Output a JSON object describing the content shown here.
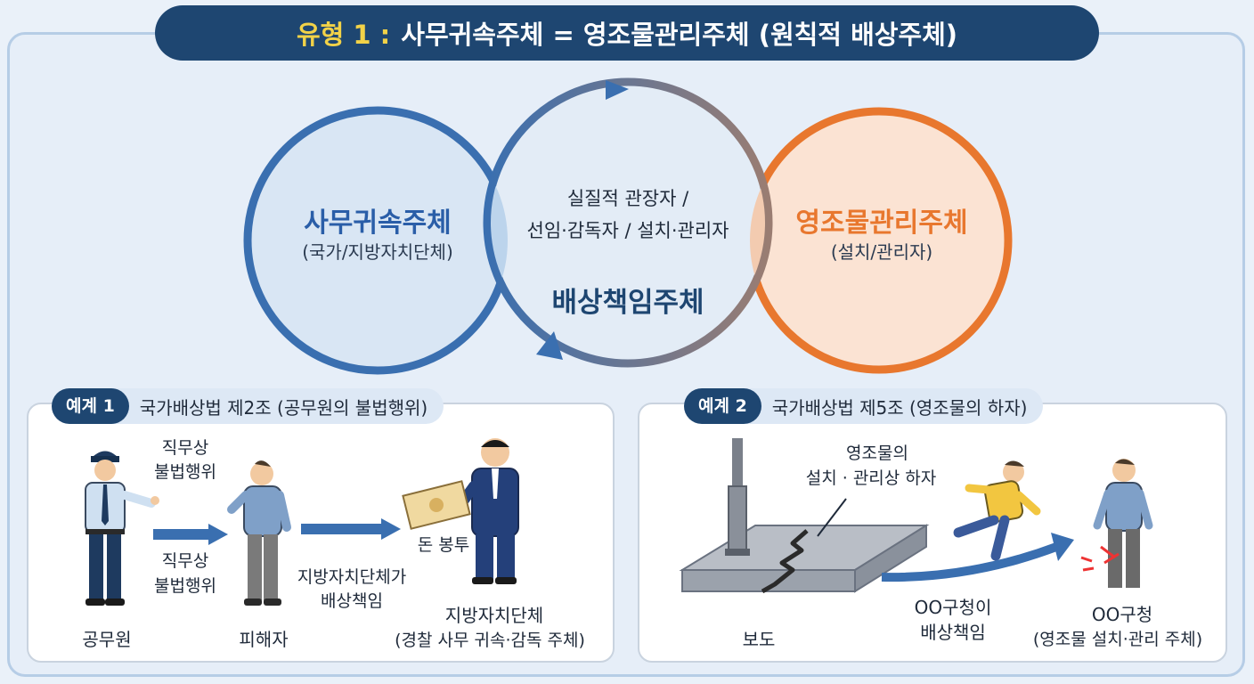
{
  "header": {
    "type_label": "유형 1 :",
    "title": "사무귀속주체 = 영조물관리주체 (원칙적 배상주체)"
  },
  "venn": {
    "left_title": "사무귀속주체",
    "left_sub": "(국가/지방자치단체)",
    "center_line1": "실질적 관장자 /",
    "center_line2": "선임·감독자 / 설치·관리자",
    "center_title": "배상책임주체",
    "right_title": "영조물관리주체",
    "right_sub": "(설치/관리자)"
  },
  "example1": {
    "tag": "예계 1",
    "law": "국가배상법 제2조 (공무원의 불법행위)",
    "act_top_1": "직무상",
    "act_top_2": "불법행위",
    "act_mid_1": "직무상",
    "act_mid_2": "불법행위",
    "official": "공무원",
    "victim": "피해자",
    "local_resp_1": "지방자치단체가",
    "local_resp_2": "배상책임",
    "envelope": "돈 봉투",
    "local_gov_1": "지방자치단체",
    "local_gov_2": "(경찰 사무 귀속·감독 주체)"
  },
  "example2": {
    "tag": "예계 2",
    "law": "국가배상법 제5조 (영조물의 하자)",
    "defect_1": "영조물의",
    "defect_2": "설치 · 관리상 하자",
    "sidewalk": "보도",
    "office_resp_1": "OO구청이",
    "office_resp_2": "배상책임",
    "office_1": "OO구청",
    "office_2": "(영조물 설치·관리 주체)"
  },
  "colors": {
    "navy": "#1e4671",
    "blue": "#3a6fb0",
    "orange": "#e8772e",
    "yellow": "#f2d248"
  }
}
